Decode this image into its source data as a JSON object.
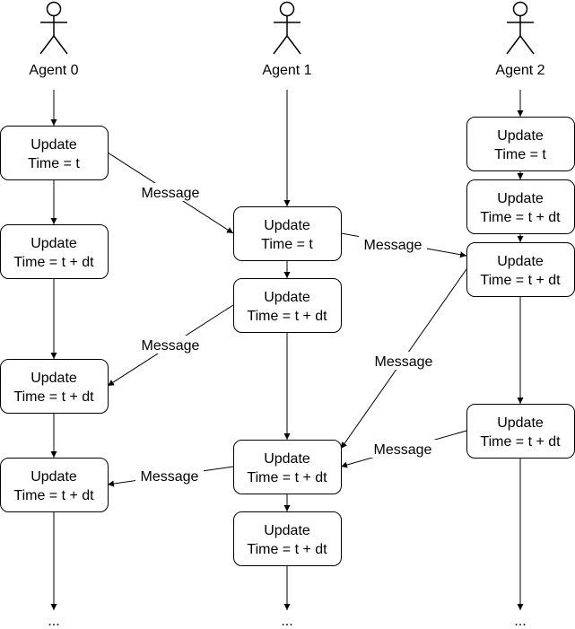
{
  "agents": [
    {
      "name": "Agent 0"
    },
    {
      "name": "Agent 1"
    },
    {
      "name": "Agent 2"
    }
  ],
  "nodes": [
    {
      "id": "a0n0",
      "line1": "Update",
      "line2": "Time = t"
    },
    {
      "id": "a0n1",
      "line1": "Update",
      "line2": "Time = t + dt"
    },
    {
      "id": "a0n2",
      "line1": "Update",
      "line2": "Time = t + dt"
    },
    {
      "id": "a0n3",
      "line1": "Update",
      "line2": "Time = t + dt"
    },
    {
      "id": "a1n0",
      "line1": "Update",
      "line2": "Time = t"
    },
    {
      "id": "a1n1",
      "line1": "Update",
      "line2": "Time = t + dt"
    },
    {
      "id": "a1n2",
      "line1": "Update",
      "line2": "Time = t + dt"
    },
    {
      "id": "a1n3",
      "line1": "Update",
      "line2": "Time = t + dt"
    },
    {
      "id": "a2n0",
      "line1": "Update",
      "line2": "Time = t"
    },
    {
      "id": "a2n1",
      "line1": "Update",
      "line2": "Time = t + dt"
    },
    {
      "id": "a2n2",
      "line1": "Update",
      "line2": "Time = t + dt"
    },
    {
      "id": "a2n3",
      "line1": "Update",
      "line2": "Time = t + dt"
    }
  ],
  "messages": [
    {
      "from": "a0n0",
      "to": "a1n0",
      "label": "Message"
    },
    {
      "from": "a1n0",
      "to": "a2n2",
      "label": "Message"
    },
    {
      "from": "a1n1",
      "to": "a0n2",
      "label": "Message"
    },
    {
      "from": "a2n2",
      "to": "a1n2",
      "label": "Message"
    },
    {
      "from": "a2n3",
      "to": "a1n2",
      "label": "Message"
    },
    {
      "from": "a1n2",
      "to": "a0n3",
      "label": "Message"
    }
  ],
  "continuation": "..."
}
